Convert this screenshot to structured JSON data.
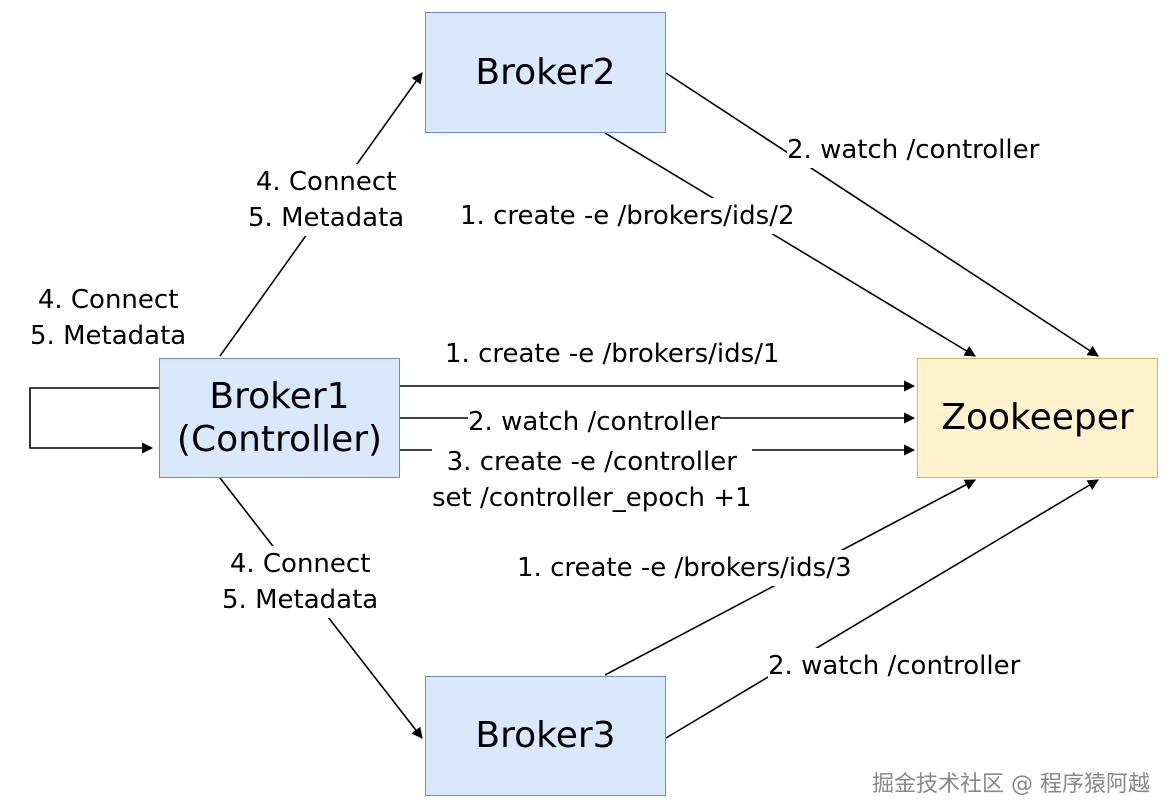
{
  "nodes": {
    "broker1": {
      "line1": "Broker1",
      "line2": "(Controller)"
    },
    "broker2": {
      "label": "Broker2"
    },
    "broker3": {
      "label": "Broker3"
    },
    "zookeeper": {
      "label": "Zookeeper"
    }
  },
  "edge_labels": {
    "b1_to_b2": {
      "line1": "4. Connect",
      "line2": "5. Metadata"
    },
    "b1_self": {
      "line1": "4. Connect",
      "line2": "5. Metadata"
    },
    "b1_to_b3": {
      "line1": "4. Connect",
      "line2": "5. Metadata"
    },
    "b2_create": "1. create -e /brokers/ids/2",
    "b2_watch": "2. watch /controller",
    "b1_create": "1. create -e /brokers/ids/1",
    "b1_watch": "2. watch /controller",
    "b1_controller": {
      "line1": "3. create -e /controller",
      "line2": "set /controller_epoch +1"
    },
    "b3_create": "1. create -e /brokers/ids/3",
    "b3_watch": "2. watch /controller"
  },
  "watermark": "掘金技术社区 @ 程序猿阿越",
  "colors": {
    "broker_fill": "#dae8fc",
    "broker_stroke": "#6c8ebf",
    "zookeeper_fill": "#fff2cc",
    "zookeeper_stroke": "#d6b656",
    "edge": "#000000"
  }
}
